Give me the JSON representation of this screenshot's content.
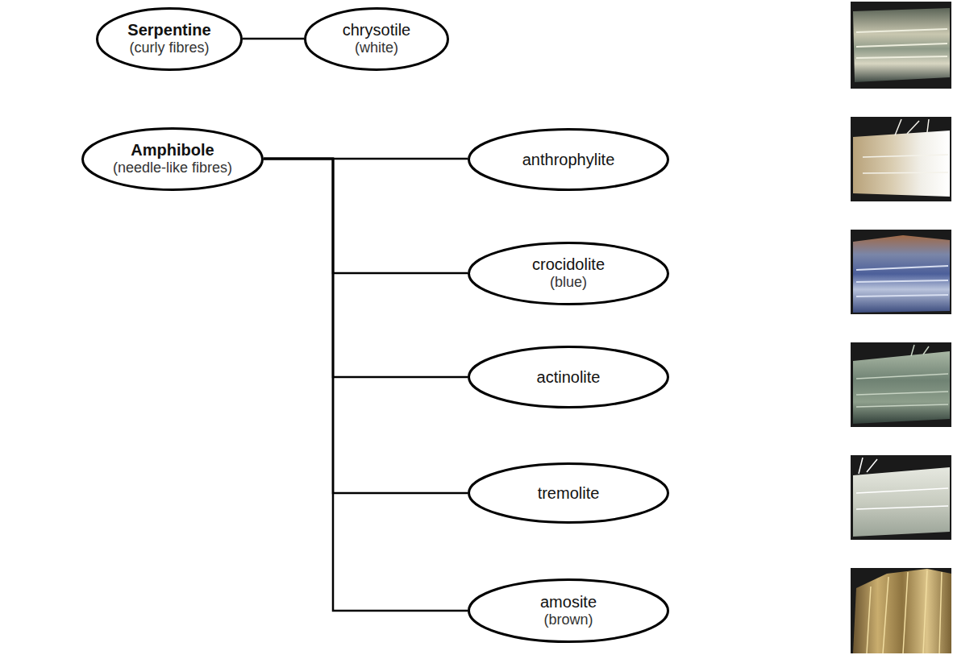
{
  "diagram": {
    "nodes": [
      {
        "text": [
          "Serpentine",
          "(curly fibres)"
        ]
      },
      {
        "text": [
          "chrysotile",
          "(white)"
        ]
      },
      {
        "text": [
          "Amphibole",
          "(needle-like fibres)"
        ]
      },
      {
        "text": [
          "anthrophylite"
        ]
      },
      {
        "text": [
          "crocidolite",
          "(blue)"
        ]
      },
      {
        "text": [
          "actinolite"
        ]
      },
      {
        "text": [
          "tremolite"
        ]
      },
      {
        "text": [
          "amosite",
          "(brown)"
        ]
      }
    ],
    "edges": [
      {
        "from": 0,
        "to": 1,
        "arrow": "none"
      },
      {
        "from": 2,
        "to": 3,
        "arrow": "none"
      },
      {
        "from": 2,
        "to": 4,
        "arrow": "none"
      },
      {
        "from": 2,
        "to": 5,
        "arrow": "none"
      },
      {
        "from": 2,
        "to": 6,
        "arrow": "none"
      },
      {
        "from": 2,
        "to": 7,
        "arrow": "none"
      }
    ]
  }
}
